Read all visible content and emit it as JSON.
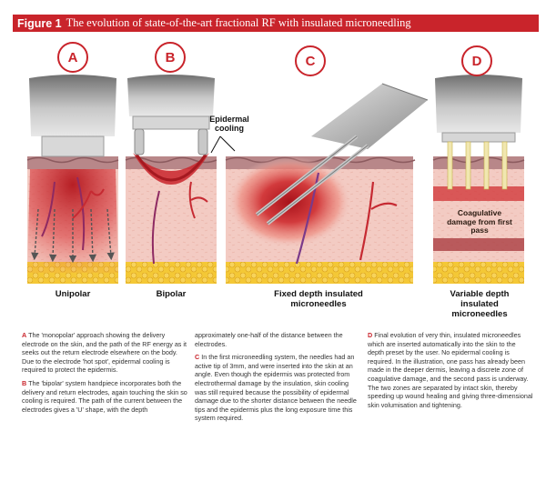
{
  "figure": {
    "label": "Figure 1",
    "caption": "The evolution of state-of-the-art fractional RF with insulated microneedling"
  },
  "panels": [
    {
      "letter": "A",
      "label": "Unipolar"
    },
    {
      "letter": "B",
      "label": "Bipolar"
    },
    {
      "letter": "C",
      "label": "Fixed depth insulated microneedles"
    },
    {
      "letter": "D",
      "label": "Variable depth insulated microneedles"
    }
  ],
  "callouts": {
    "epidermal_cooling": "Epidermal cooling",
    "coagulative_damage": "Coagulative damage from first pass"
  },
  "descriptions": {
    "A": {
      "letter": "A",
      "text": "The 'monopolar' approach showing the delivery electrode on the skin, and the path of the RF energy as it seeks out the return electrode elsewhere on the body. Due to the electrode 'hot spot', epidermal cooling is required to protect the epidermis."
    },
    "B1": {
      "letter": "B",
      "text": "The 'bipolar' system handpiece incorporates both the delivery and return electrodes, again touching the skin so cooling is required. The path of the current between the electrodes gives a 'U' shape, with the depth"
    },
    "B2": {
      "text": "approximately one-half of the distance between the electrodes."
    },
    "C": {
      "letter": "C",
      "text": "In the first microneedling system, the needles had an active tip of 3mm, and were inserted into the skin at an angle. Even though the epidermis was protected from electrothermal damage by the insulation, skin cooling was still required because the possibility of epidermal damage due to the shorter distance between the needle tips and the epidermis plus the long exposure time this system required."
    },
    "D": {
      "letter": "D",
      "text": "Final evolution of very thin, insulated microneedles which are inserted automatically into the skin to the depth preset by the user. No epidermal cooling is required. In the illustration, one pass has already been made in the deeper dermis, leaving a discrete zone of coagulative damage, and the second pass is underway. The two zones are separated by intact skin, thereby speeding up wound healing and giving three-dimensional skin volumisation and tightening."
    }
  },
  "colors": {
    "accent": "#c9242b",
    "dermis": "#f2c9c2",
    "epidermis": "#b8878a",
    "fat": "#f2c232",
    "metal": "#9c9c9c",
    "vessel_red": "#c62a32",
    "vessel_purple": "#7a3a8a"
  }
}
